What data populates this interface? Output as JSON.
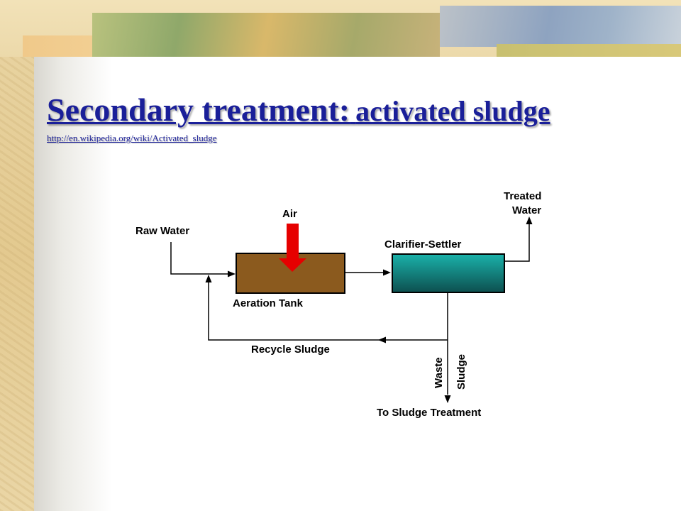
{
  "slide": {
    "title_main": "Secondary treatment:",
    "title_sub": "activated sludge",
    "source_link": "http://en.wikipedia.org/wiki/Activated_sludge"
  },
  "diagram": {
    "labels": {
      "raw_water": "Raw Water",
      "air": "Air",
      "aeration_tank": "Aeration Tank",
      "clarifier": "Clarifier-Settler",
      "treated_water_line1": "Treated",
      "treated_water_line2": "Water",
      "recycle_sludge": "Recycle Sludge",
      "waste": "Waste",
      "sludge": "Sludge",
      "to_sludge_treatment": "To Sludge Treatment"
    },
    "colors": {
      "aeration_tank": "#8b5a1e",
      "clarifier_top": "#1ab2aa",
      "clarifier_bottom": "#0d4f4f",
      "air_arrow": "#e60000",
      "title": "#1a1f99"
    }
  }
}
